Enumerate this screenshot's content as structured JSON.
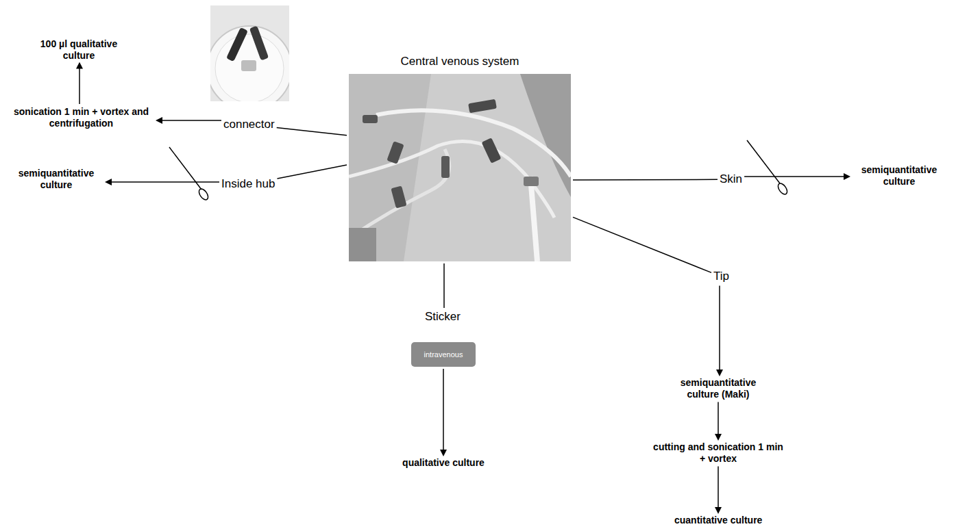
{
  "diagram": {
    "nodes": [
      {
        "text": [
          "100 µl qualitative culture"
        ]
      },
      {
        "text": [
          "Central venous system"
        ]
      },
      {
        "text": [
          "sonication 1 min + vortex and centrifugation"
        ]
      },
      {
        "text": [
          "connector"
        ]
      },
      {
        "text": [
          "semiquantitative culture"
        ]
      },
      {
        "text": [
          "Inside hub"
        ]
      },
      {
        "text": [
          "Skin"
        ]
      },
      {
        "text": [
          "semiquantitative culture"
        ]
      },
      {
        "text": [
          "Tip"
        ]
      },
      {
        "text": [
          "Sticker"
        ]
      },
      {
        "text": [
          "intravenous"
        ]
      },
      {
        "text": [
          "semiquantitative culture (Maki)"
        ]
      },
      {
        "text": [
          "qualitative culture"
        ]
      },
      {
        "text": [
          "cutting and sonication 1 min + vortex"
        ]
      },
      {
        "text": [
          "cuantitative culture"
        ]
      }
    ],
    "edges": [
      {
        "from": 2,
        "to": 0,
        "arrow": "to"
      },
      {
        "from": 3,
        "to": 2,
        "arrow": "to"
      },
      {
        "from": 5,
        "to": 4,
        "arrow": "to"
      },
      {
        "from": 3,
        "to": 1,
        "arrow": "none"
      },
      {
        "from": 5,
        "to": 1,
        "arrow": "none"
      },
      {
        "from": 6,
        "to": 7,
        "arrow": "to"
      },
      {
        "from": 6,
        "to": 1,
        "arrow": "none"
      },
      {
        "from": 8,
        "to": 1,
        "arrow": "none"
      },
      {
        "from": 9,
        "to": 1,
        "arrow": "none"
      },
      {
        "from": 10,
        "to": 12,
        "arrow": "to"
      },
      {
        "from": 8,
        "to": 11,
        "arrow": "to"
      },
      {
        "from": 11,
        "to": 13,
        "arrow": "to"
      },
      {
        "from": 13,
        "to": 14,
        "arrow": "to"
      }
    ]
  }
}
